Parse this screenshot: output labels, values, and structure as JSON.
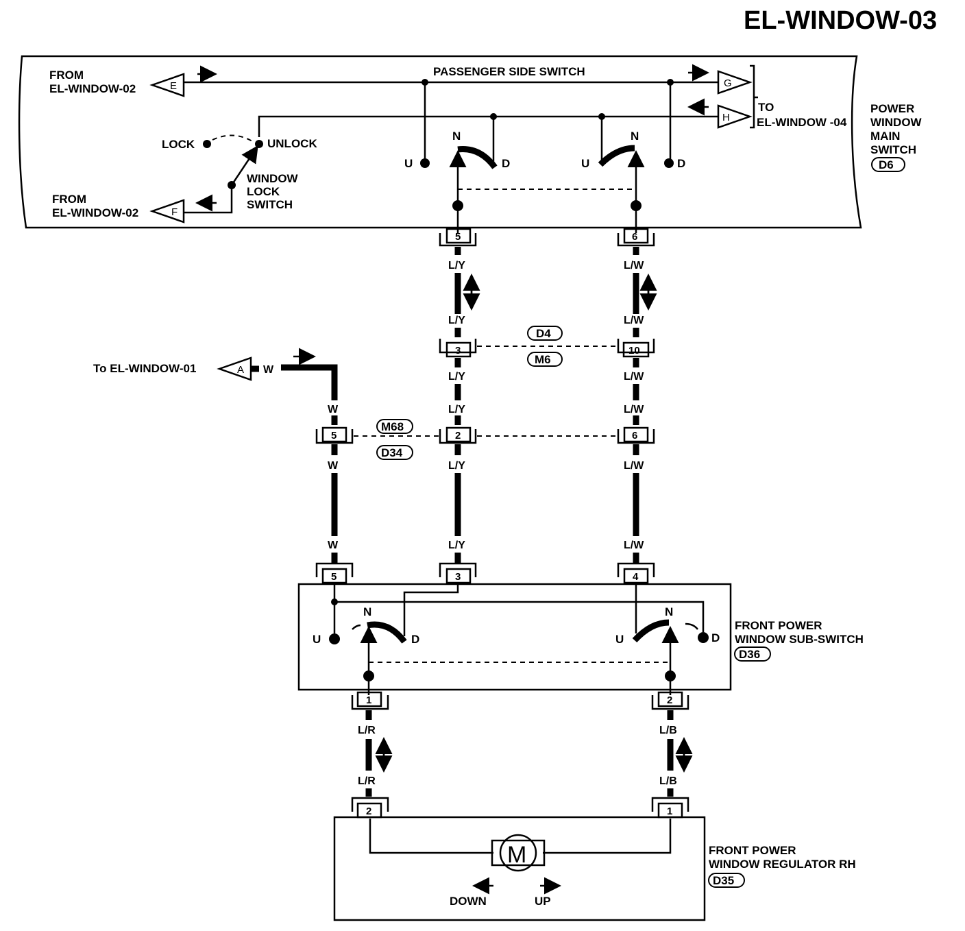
{
  "title": "EL-WINDOW-03",
  "main_switch": {
    "name_lines": [
      "POWER",
      "WINDOW",
      "MAIN",
      "SWITCH"
    ],
    "connector": "D6",
    "passenger_label": "PASSENGER SIDE SWITCH",
    "from1": [
      "FROM",
      "EL-WINDOW-02"
    ],
    "from2": [
      "FROM",
      "EL-WINDOW-02"
    ],
    "to": [
      "TO",
      "EL-WINDOW -04"
    ],
    "lock": "LOCK",
    "unlock": "UNLOCK",
    "lock_switch": [
      "WINDOW",
      "LOCK",
      "SWITCH"
    ],
    "tri_e": "E",
    "tri_f": "F",
    "tri_g": "G",
    "tri_h": "H",
    "pos_u": "U",
    "pos_n": "N",
    "pos_d": "D",
    "pin_left": "5",
    "pin_right": "6"
  },
  "wires": {
    "ly": "L/Y",
    "lw": "L/W",
    "w": "W",
    "lr": "L/R",
    "lb": "L/B"
  },
  "to_window_01": "To EL-WINDOW-01",
  "tri_a": "A",
  "connectors": {
    "d4": "D4",
    "m6": "M6",
    "m68": "M68",
    "d34": "D34",
    "pin_3": "3",
    "pin_10": "10",
    "pin_5": "5",
    "pin_2": "2",
    "pin_6": "6"
  },
  "sub_switch": {
    "name_lines": [
      "FRONT POWER",
      "WINDOW SUB-SWITCH"
    ],
    "connector": "D36",
    "pin_5": "5",
    "pin_3": "3",
    "pin_4": "4",
    "pin_1": "1",
    "pin_2": "2",
    "pos_u": "U",
    "pos_n": "N",
    "pos_d": "D"
  },
  "regulator": {
    "name_lines": [
      "FRONT POWER",
      "WINDOW REGULATOR RH"
    ],
    "connector": "D35",
    "motor": "M",
    "pin_2": "2",
    "pin_1": "1",
    "down": "DOWN",
    "up": "UP"
  }
}
